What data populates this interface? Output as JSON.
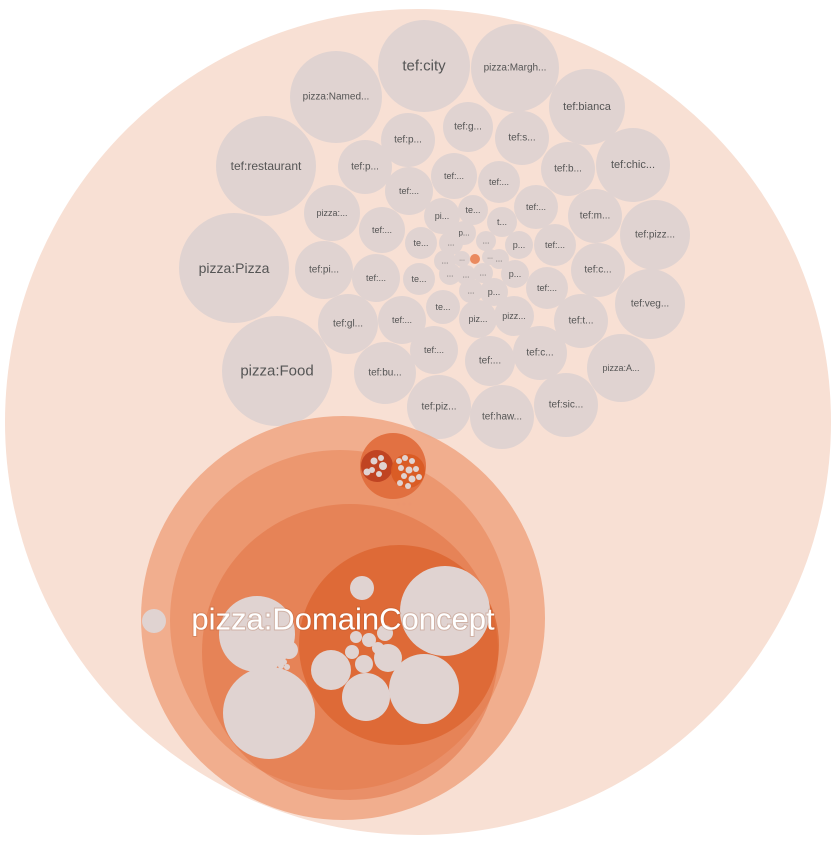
{
  "colors": {
    "root": "#f8e0d4",
    "leaf": "#e0d3d1",
    "depth1": "#f0a481",
    "depth2": "#ea8a5f",
    "depth3": "#e06a3a",
    "depth4": "#d95a22",
    "dark": "#b83a1c",
    "label": "#555555",
    "focus_label": "#ffffff"
  },
  "focus_label": "pizza:DomainConcept",
  "leaf_labels": [
    "tef:city",
    "pizza:Margh...",
    "pizza:Named...",
    "tef:bianca",
    "tef:restaurant",
    "tef:chic...",
    "pizza:Pizza",
    "tef:pizz...",
    "tef:veg...",
    "pizza:Food",
    "pizza:A...",
    "tef:sic...",
    "tef:haw...",
    "tef:piz...",
    "tef:bu...",
    "tef:gl...",
    "tef:pi...",
    "pizza:...",
    "tef:p...",
    "tef:p...",
    "tef:g...",
    "tef:s...",
    "tef:b...",
    "tef:m...",
    "tef:c...",
    "tef:t...",
    "tef:c...",
    "tef:...",
    "tef:...",
    "tef:...",
    "tef:...",
    "tef:...",
    "tef:...",
    "tef:...",
    "tef:...",
    "tef:...",
    "tef:...",
    "tef:...",
    "pizz...",
    "piz...",
    "pi...",
    "te...",
    "te...",
    "te...",
    "te...",
    "t...",
    "p...",
    "p...",
    "p...",
    "p...",
    "...",
    "...",
    "...",
    "...",
    "...",
    "...",
    "...",
    "...",
    "...",
    "..."
  ]
}
